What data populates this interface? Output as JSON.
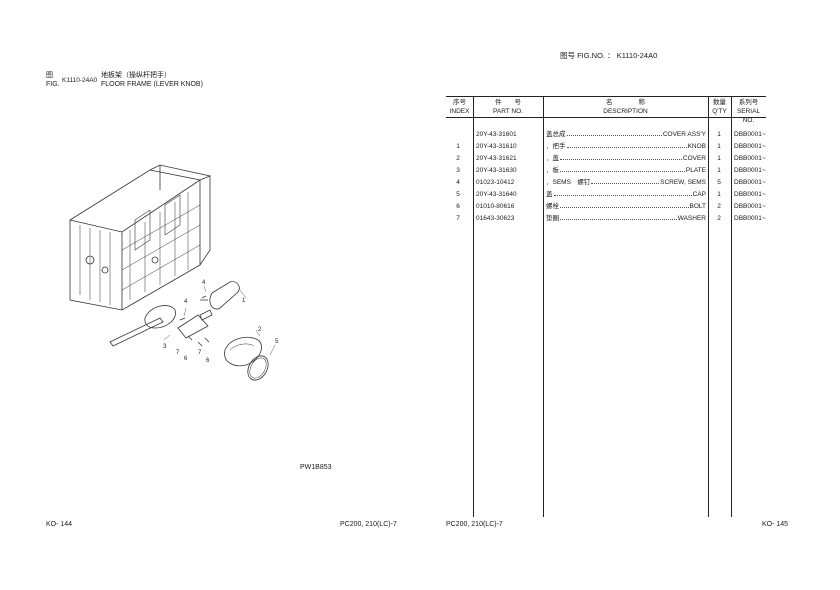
{
  "header": {
    "fig_no_label": "图号 FIG.NO. ：",
    "fig_no_value": "K1110-24A0"
  },
  "figure": {
    "label_cn": "图",
    "label_en": "FIG.",
    "code": "K1110-24A0",
    "name_cn": "地板架（操纵杆把手）",
    "name_en": "FLOOR FRAME (LEVER KNOB)",
    "illustration_code": "PW1B853",
    "callouts": [
      "1",
      "2",
      "3",
      "4",
      "4",
      "5",
      "6",
      "6",
      "7",
      "7"
    ]
  },
  "table": {
    "headers": {
      "index_cn": "序号",
      "index_en": "INDEX",
      "part_cn": "件　　号",
      "part_en": "PART NO.",
      "desc_cn": "名　　　　称",
      "desc_en": "DESCRIPTION",
      "qty_cn": "数量",
      "qty_en": "Q'TY",
      "serial_cn": "系列号",
      "serial_en": "SERIAL NO."
    },
    "rows": [
      {
        "index": "",
        "part_no": "20Y-43-31601",
        "desc_cn": "盖总成",
        "desc_en": "COVER ASS'Y",
        "qty": "1",
        "serial": "DBB0001~"
      },
      {
        "index": "1",
        "part_no": "20Y-43-31610",
        "desc_cn": "．把手",
        "desc_en": "KNOB",
        "qty": "1",
        "serial": "DBB0001~"
      },
      {
        "index": "2",
        "part_no": "20Y-43-31621",
        "desc_cn": "．盖",
        "desc_en": "COVER",
        "qty": "1",
        "serial": "DBB0001~"
      },
      {
        "index": "3",
        "part_no": "20Y-43-31630",
        "desc_cn": "．板",
        "desc_en": "PLATE",
        "qty": "1",
        "serial": "DBB0001~"
      },
      {
        "index": "4",
        "part_no": "01023-10412",
        "desc_cn": "．SEMS　螺钉",
        "desc_en": "SCREW, SEMS",
        "qty": "5",
        "serial": "DBB0001~"
      },
      {
        "index": "5",
        "part_no": "20Y-43-31640",
        "desc_cn": "盖",
        "desc_en": "CAP",
        "qty": "1",
        "serial": "DBB0001~"
      },
      {
        "index": "6",
        "part_no": "01010-80616",
        "desc_cn": "螺栓",
        "desc_en": "BOLT",
        "qty": "2",
        "serial": "DBB0001~"
      },
      {
        "index": "7",
        "part_no": "01643-30623",
        "desc_cn": "垫圈",
        "desc_en": "WASHER",
        "qty": "2",
        "serial": "DBB0001~"
      }
    ]
  },
  "footer": {
    "page_left": "KO- 144",
    "model_left": "PC200, 210(LC)-7",
    "model_right": "PC200, 210(LC)-7",
    "page_right": "KO- 145"
  }
}
